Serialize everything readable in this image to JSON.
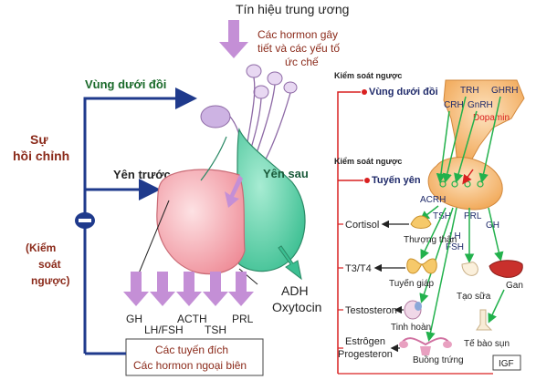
{
  "left": {
    "central_signal": "Tín hiệu trung ương",
    "hormone_note": [
      "Các hormon gây",
      "tiết và các yếu tố",
      "ức chế"
    ],
    "hypothalamus": "Vùng dưới đồi",
    "self_regulation": [
      "Sự",
      "hồi chỉnh"
    ],
    "anterior_pituitary": "Yên trước",
    "posterior_pituitary": "Yên sau",
    "feedback_control": [
      "(Kiểm",
      "soát",
      "ngược)"
    ],
    "anterior_hormones": [
      "GH",
      "LH/FSH",
      "ACTH",
      "TSH",
      "PRL"
    ],
    "posterior_hormones": [
      "ADH",
      "Oxytocin"
    ],
    "targets": [
      "Các tuyến đích",
      "Các hormon ngoại biên"
    ],
    "colors": {
      "feedback_line": "#1f3a8c",
      "arrow": "#c48fd6",
      "anterior": "#f3a4ad",
      "posterior": "#5ecfa8",
      "text_brown": "#8b2a1a"
    }
  },
  "right": {
    "feedback_hypothalamus": "Kiểm soát ngược",
    "hypothalamus": "Vùng dưới đồi",
    "hypothalamic_hormones": [
      "TRH",
      "GHRH",
      "CRH",
      "GnRH",
      "Dopamin"
    ],
    "feedback_pituitary": "Kiểm soát ngược",
    "pituitary": "Tuyến yên",
    "pituitary_hormones": [
      "ACRH",
      "TSH",
      "PRL",
      "LH",
      "FSH",
      "GH"
    ],
    "target_hormones": [
      "Cortisol",
      "T3/T4",
      "Testosteron",
      "Estrôgen",
      "Progesteron",
      "IGF"
    ],
    "organs": [
      "Thượng thận",
      "Tuyến giáp",
      "Tạo sữa",
      "Gan",
      "Tinh hoàn",
      "Tế bào sụn",
      "Buồng trứng"
    ],
    "colors": {
      "feedback": "#d92020",
      "arrow": "#22b14c",
      "pituitary": "#f5b26b"
    }
  }
}
